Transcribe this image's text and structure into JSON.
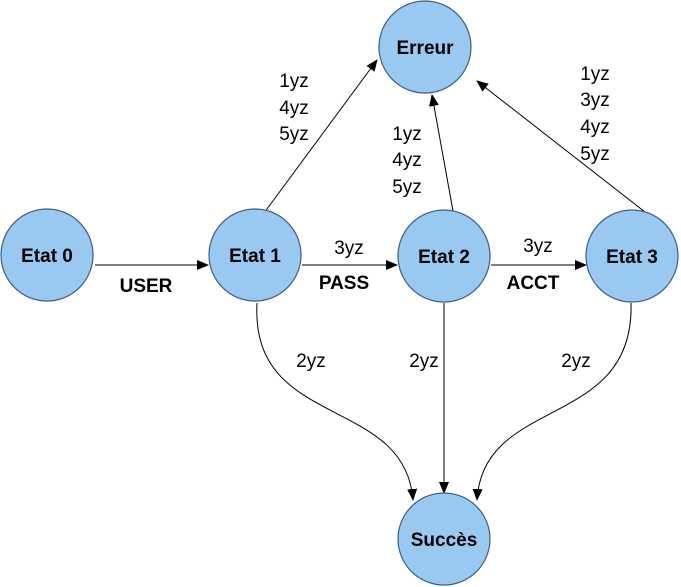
{
  "nodes": {
    "etat0": "Etat 0",
    "etat1": "Etat 1",
    "etat2": "Etat 2",
    "etat3": "Etat 3",
    "erreur": "Erreur",
    "succes": "Succès"
  },
  "transitions": {
    "user": "USER",
    "pass": "PASS",
    "acct": "ACCT",
    "pass_code": "3yz",
    "acct_code": "3yz"
  },
  "error_codes": {
    "from_etat1": [
      "1yz",
      "4yz",
      "5yz"
    ],
    "from_etat2": [
      "1yz",
      "4yz",
      "5yz"
    ],
    "from_etat3": [
      "1yz",
      "3yz",
      "4yz",
      "5yz"
    ]
  },
  "success_codes": {
    "from_etat1": "2yz",
    "from_etat2": "2yz",
    "from_etat3": "2yz"
  }
}
